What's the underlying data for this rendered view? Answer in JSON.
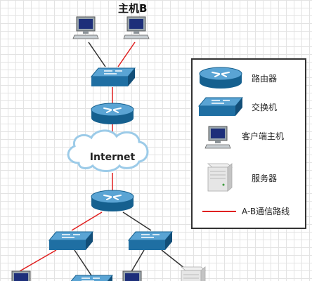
{
  "diagram": {
    "host_b_label": "主机B",
    "cloud_label": "Internet",
    "colors": {
      "device_blue": "#1f6fa3",
      "device_top": "#5aa4d4",
      "link": "#333333",
      "path": "#e02020"
    }
  },
  "legend": {
    "items": [
      {
        "icon": "router-icon",
        "label": "路由器"
      },
      {
        "icon": "switch-icon",
        "label": "交换机"
      },
      {
        "icon": "client-computer-icon",
        "label": "客户端主机"
      },
      {
        "icon": "server-icon",
        "label": "服务器"
      },
      {
        "icon": "red-line-icon",
        "label": "A-B通信路线"
      }
    ]
  }
}
